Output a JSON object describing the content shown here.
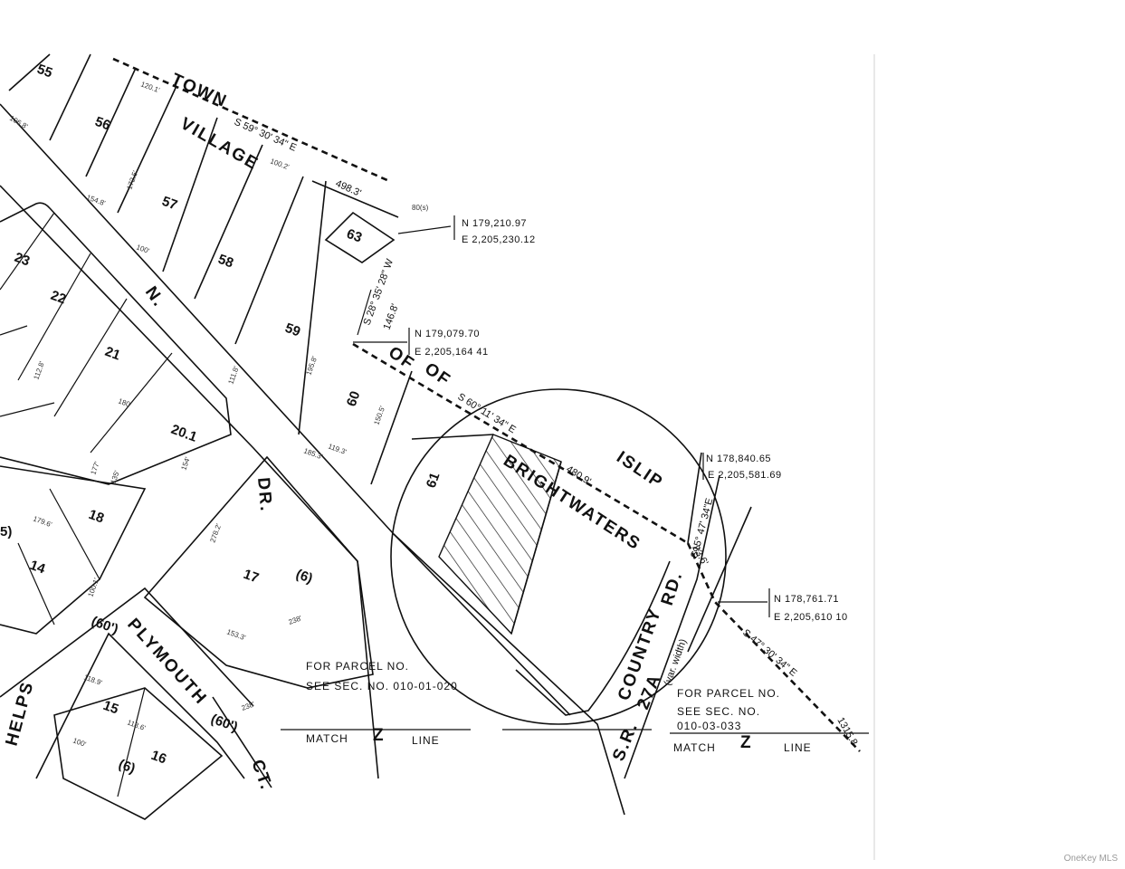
{
  "labels": {
    "town": "TOWN",
    "village": "VILLAGE",
    "of1": "OF",
    "of2": "OF",
    "islip": "ISLIP",
    "brightwaters": "BRIGHTWATERS",
    "n_dr_n": "N.",
    "n_dr_dr": "DR.",
    "plymouth": "PLYMOUTH",
    "ct": "CT.",
    "country": "COUNTRY",
    "rd": "RD.",
    "var_width": "(var. width)",
    "sr": "S.R.",
    "route": "27A",
    "plymouth_width": "(60')",
    "ct_width": "(60')",
    "phelps": "HELPS"
  },
  "lots": {
    "l55": "55",
    "l56": "56",
    "l57": "57",
    "l58": "58",
    "l59": "59",
    "l60": "60",
    "l61": "61",
    "l63": "63",
    "l23": "23",
    "l22": "22",
    "l21": "21",
    "l20": "20.1",
    "l18": "18",
    "l14": "14",
    "l17": "17",
    "l6a": "(6)",
    "l15": "15",
    "l16": "16",
    "l6b": "(6)",
    "l5": "5)"
  },
  "dimensions": {
    "d1": "S 59° 30' 34\" E",
    "d2": "498.3'",
    "d3": "S 28° 35' 28\" W",
    "d4": "146.8'",
    "d5": "S 60° 11' 34\" E",
    "d6": "480.9'",
    "d7": "S15° 47' 34\"E",
    "d8": "83.6'",
    "d9": "S 47° 30' 34\" E",
    "d10": "1315.8",
    "d11": "185.3'",
    "d12": "100.2'",
    "d13": "119.3'",
    "d14": "150.5'",
    "d15": "195.8'",
    "d16": "106.8'",
    "d17": "111.8'",
    "d18": "172.5'",
    "d19": "154.8'",
    "d20": "120.1'",
    "d21": "100'",
    "d22": "112.8'",
    "d23": "180'",
    "d24": "177'",
    "d25": "135'",
    "d26": "154'",
    "d27": "179.6'",
    "d28": "100.1'",
    "d29": "278.2'",
    "d30": "153.3'",
    "d31": "238'",
    "d32": "118.9'",
    "d33": "118.6'",
    "d34": "100'",
    "d35": "238'",
    "d36": "80(s)"
  },
  "coordinates": [
    {
      "n": "N    179,210.97",
      "e": "E  2,205,230.12"
    },
    {
      "n": "N    179,079.70",
      "e": "E  2,205,164 41"
    },
    {
      "n": "N   178,840.65",
      "e": "E 2,205,581.69"
    },
    {
      "n": "N    178,761.71",
      "e": "E  2,205,610 10"
    }
  ],
  "notes": {
    "left_1": "FOR PARCEL NO.",
    "left_2": "SEE SEC. NO. 010-01-020",
    "right_1": "FOR PARCEL NO.",
    "right_2": "SEE SEC. NO.",
    "right_3": "010-03-033",
    "match_left": "MATCH",
    "match_left_z": "Z",
    "match_left_line": "LINE",
    "match_right": "MATCH",
    "match_right_z": "Z",
    "match_right_line": "LINE"
  },
  "watermark": "OneKey MLS"
}
